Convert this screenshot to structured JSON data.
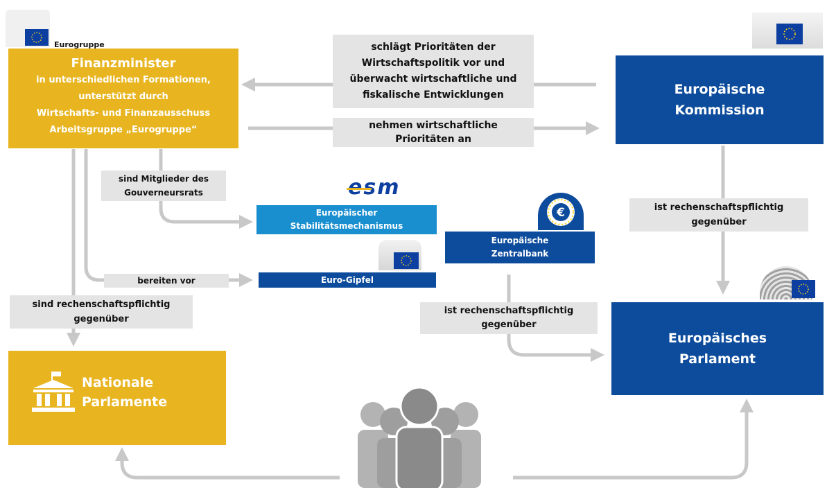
{
  "eurogroup_label": "Eurogruppe",
  "finance": {
    "title": "Finanzminister",
    "lines": [
      "in unterschiedlichen Formationen,",
      "unterstützt durch",
      "Wirtschafts- und Finanzausschuss",
      "Arbeitsgruppe „Eurogruppe“"
    ]
  },
  "commission": {
    "line1": "Europäische",
    "line2": "Kommission"
  },
  "parliament": {
    "line1": "Europäisches",
    "line2": "Parlament"
  },
  "national": {
    "line1": "Nationale",
    "line2": "Parlamente"
  },
  "esm": {
    "logo": "esm",
    "line1": "Europäischer",
    "line2": "Stabilitätsmechanismus"
  },
  "ecb": {
    "line1": "Europäische",
    "line2": "Zentralbank",
    "symbol": "€"
  },
  "summit": {
    "label": "Euro-Gipfel"
  },
  "labels": {
    "proposes": [
      "schlägt Prioritäten der",
      "Wirtschaftspolitik vor und",
      "überwacht wirtschaftliche und",
      "fiskalische Entwicklungen"
    ],
    "adopt": [
      "nehmen wirtschaftliche",
      "Prioritäten an"
    ],
    "members": [
      "sind Mitglieder des",
      "Gouverneursrats"
    ],
    "prepare": "bereiten vor",
    "accountable_national": [
      "sind rechenschaftspflichtig",
      "gegenüber"
    ],
    "accountable_ecb": [
      "ist rechenschaftspflichtig",
      "gegenüber"
    ],
    "accountable_commission": [
      "ist rechenschaftspflichtig",
      "gegenüber"
    ]
  },
  "colors": {
    "gold": "#e8b520",
    "eu_blue": "#0d4c9c",
    "esm_blue": "#1a8fd0",
    "label_grey": "#e4e4e4",
    "arrow_grey": "#c8c8c8",
    "people_grey": "#a6a6a6"
  },
  "icons": [
    "eu-flag-icon",
    "building-icon",
    "euro-icon",
    "people-icon",
    "parliament-building-icon"
  ]
}
